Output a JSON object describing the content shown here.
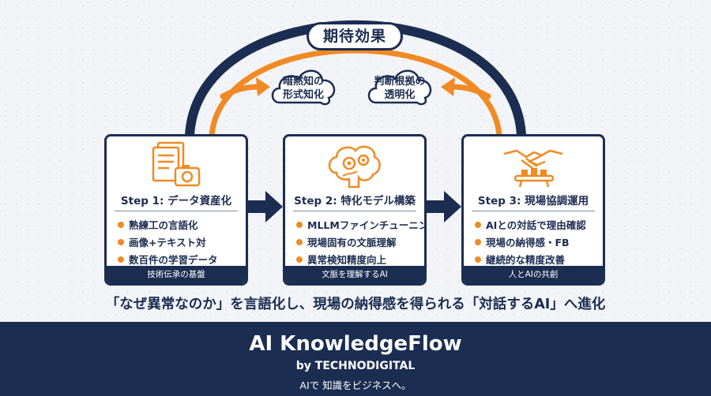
{
  "header": {
    "expected_effect": "期待効果"
  },
  "clouds": {
    "left": {
      "line1": "暗黙知の",
      "line2": "形式知化"
    },
    "right": {
      "line1": "判断根拠の",
      "line2": "透明化"
    }
  },
  "steps": [
    {
      "title": "Step 1: データ資産化",
      "items": [
        "熟練工の言語化",
        "画像+テキスト対",
        "数百件の学習データ"
      ],
      "footer": "技術伝承の基盤",
      "icon": "documents-camera-icon"
    },
    {
      "title": "Step 2: 特化モデル構築",
      "items": [
        "MLLMファインチューニング",
        "現場固有の文脈理解",
        "異常検知精度向上"
      ],
      "footer": "文脈を理解するAI",
      "icon": "brain-gears-icon"
    },
    {
      "title": "Step 3: 現場協調運用",
      "items": [
        "AIとの対話で理由確認",
        "現場の納得感・FB",
        "継続的な精度改善"
      ],
      "footer": "人とAIの共創",
      "icon": "handshake-conveyor-icon"
    }
  ],
  "tagline": "「なぜ異常なのか」を言語化し、現場の納得感を得られる「対話するAI」へ進化",
  "banner": {
    "brand": "AI KnowledgeFlow",
    "byline": "by TECHNODIGITAL",
    "slogan": "AIで 知識をビジネスへ。"
  },
  "colors": {
    "navy": "#1c2d52",
    "orange": "#f08a24",
    "background": "#f2f4f7"
  }
}
